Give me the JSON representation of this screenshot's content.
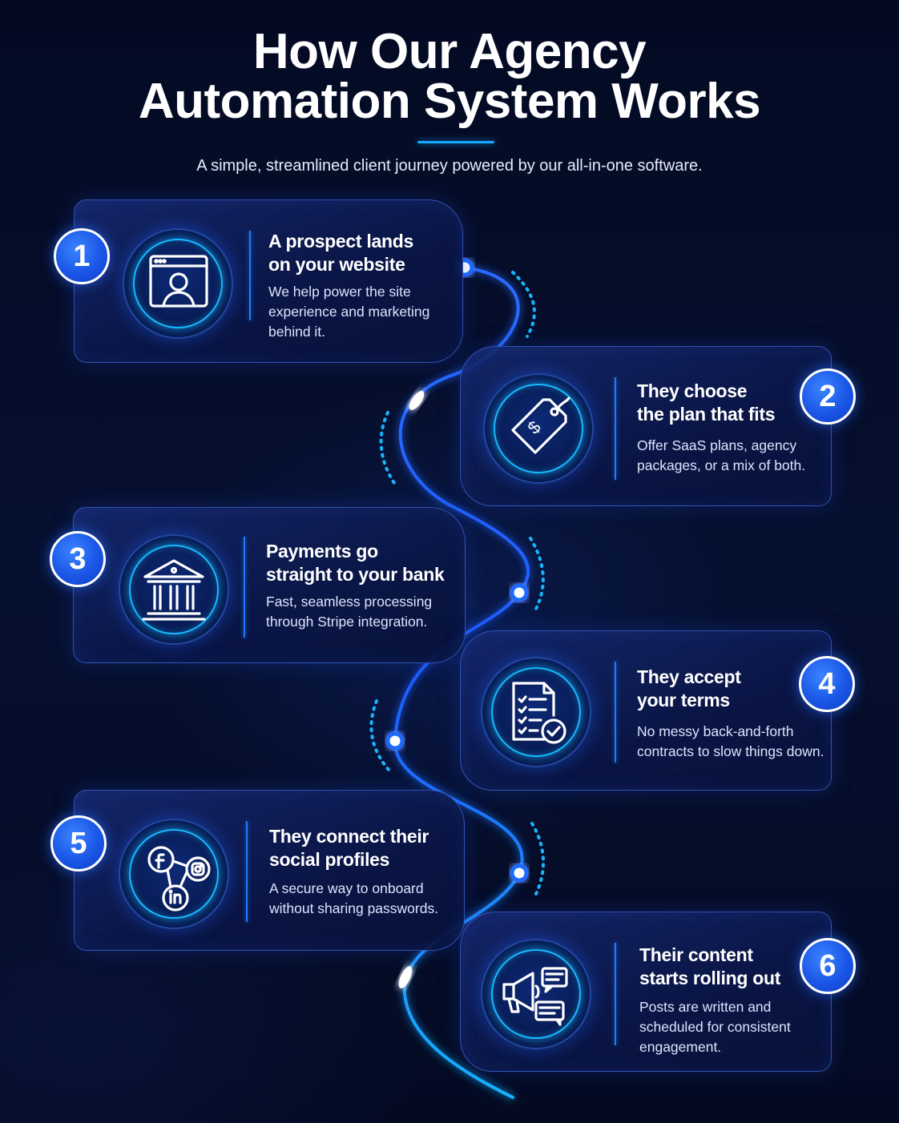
{
  "header": {
    "title_line1": "How Our Agency",
    "title_line2": "Automation System Works",
    "subtitle": "A simple, streamlined client journey powered by our all-in-one software."
  },
  "colors": {
    "background": "#050b24",
    "accent": "#18a8ff",
    "badge": "#1a56e6",
    "card_border": "#466ee6"
  },
  "steps": [
    {
      "number": "1",
      "title_line1": "A prospect lands",
      "title_line2": "on your website",
      "desc_line1": "We help power the site",
      "desc_line2": "experience and marketing",
      "desc_line3": "behind it.",
      "icon": "website-user-icon"
    },
    {
      "number": "2",
      "title_line1": "They choose",
      "title_line2": "the plan that fits",
      "desc_line1": "Offer SaaS plans, agency",
      "desc_line2": "packages, or a mix of both.",
      "icon": "price-tag-icon"
    },
    {
      "number": "3",
      "title_line1": "Payments go",
      "title_line2": "straight to your bank",
      "desc_line1": "Fast, seamless processing",
      "desc_line2": "through Stripe integration.",
      "icon": "bank-icon"
    },
    {
      "number": "4",
      "title_line1": "They accept",
      "title_line2": "your terms",
      "desc_line1": "No messy back-and-forth",
      "desc_line2": "contracts to slow things down.",
      "icon": "checklist-document-icon"
    },
    {
      "number": "5",
      "title_line1": "They connect their",
      "title_line2": "social profiles",
      "desc_line1": "A secure way to onboard",
      "desc_line2": "without sharing passwords.",
      "icon": "social-network-icon"
    },
    {
      "number": "6",
      "title_line1": "Their content",
      "title_line2": "starts rolling out",
      "desc_line1": "Posts are written and",
      "desc_line2": "scheduled for consistent",
      "desc_line3": "engagement.",
      "icon": "megaphone-chat-icon"
    }
  ]
}
